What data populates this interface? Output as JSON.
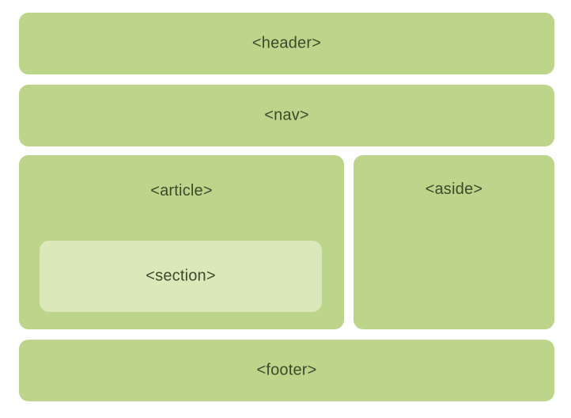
{
  "blocks": {
    "header": "<header>",
    "nav": "<nav>",
    "article": "<article>",
    "section": "<section>",
    "aside": "<aside>",
    "footer": "<footer>"
  },
  "colors": {
    "outer_block": "#bdd48b",
    "inner_block": "#dbe8b9",
    "text": "#3b4a2a"
  }
}
